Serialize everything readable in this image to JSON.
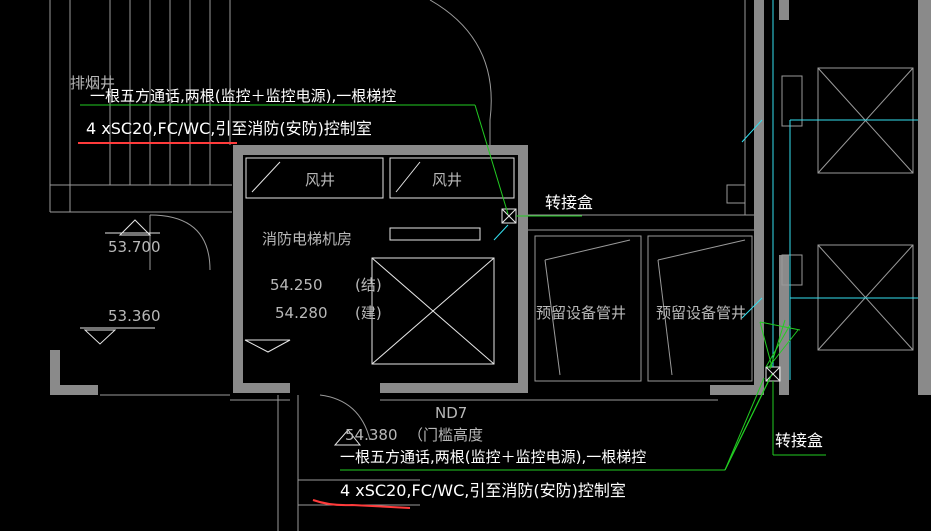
{
  "drawing": {
    "colors": {
      "background": "#000000",
      "wall": "#8a8a8a",
      "line_gray": "#9a9a9a",
      "line_white": "#e6e6e6",
      "leader_green": "#22cc22",
      "pipe_cyan": "#33e0f0",
      "underline_red": "#ff3b3b"
    },
    "labels": {
      "exhaust_shaft": "排烟井",
      "air_shaft_1": "风井",
      "air_shaft_2": "风井",
      "fire_elevator_room": "消防电梯机房",
      "reserved_shaft_1": "预留设备管井",
      "reserved_shaft_2": "预留设备管井",
      "junction_box_top": "转接盒",
      "junction_box_bottom": "转接盒",
      "door_tag": "ND7",
      "threshold_note": "（门槛高度"
    },
    "elevations": {
      "left_upper": "53.700",
      "left_lower": "53.360",
      "structural": "54.250",
      "structural_tag": "(结)",
      "architectural": "54.280",
      "architectural_tag": "(建)",
      "threshold": "54.380"
    },
    "annotation_top": {
      "line1": "一根五方通话,两根(监控＋监控电源),一根梯控",
      "line2": "4 xSC20,FC/WC,引至消防(安防)控制室"
    },
    "annotation_bottom": {
      "line1": "一根五方通话,两根(监控＋监控电源),一根梯控",
      "line2": "4 xSC20,FC/WC,引至消防(安防)控制室"
    }
  }
}
